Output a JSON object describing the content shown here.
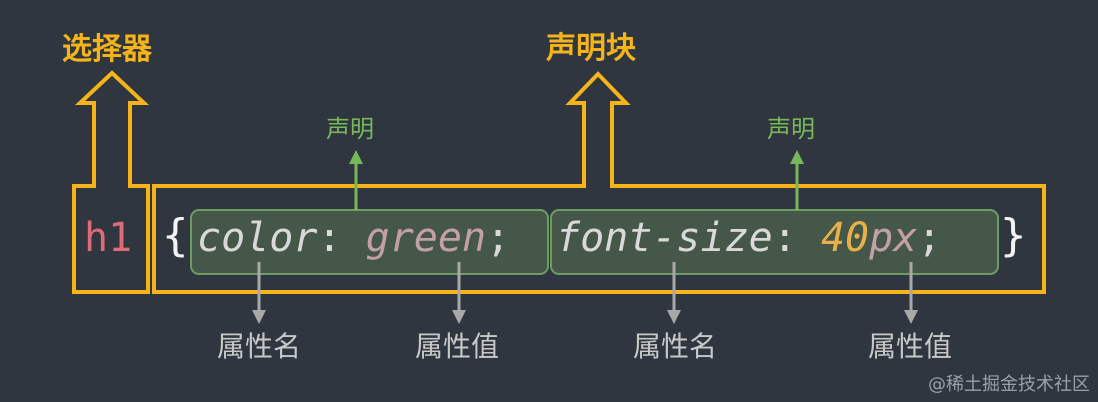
{
  "labels": {
    "selector_title": "选择器",
    "block_title": "声明块",
    "declaration_left": "声明",
    "declaration_right": "声明",
    "property_name_left": "属性名",
    "property_value_left": "属性值",
    "property_name_right": "属性名",
    "property_value_right": "属性值"
  },
  "code": {
    "selector": "h1",
    "open_brace": "{",
    "close_brace": "}",
    "decl1_property": "color",
    "decl1_colon": ":",
    "decl1_value": "green",
    "decl1_semicolon": ";",
    "decl2_property": "font-size",
    "decl2_colon": ":",
    "decl2_value_number": "40",
    "decl2_value_unit": "px",
    "decl2_semicolon": ";"
  },
  "watermark": "@稀土掘金技术社区",
  "colors": {
    "background": "#2f363f",
    "gold": "#f5b51a",
    "green": "#78b85a",
    "gray": "#c8c8c8",
    "selector": "#e06b78"
  }
}
